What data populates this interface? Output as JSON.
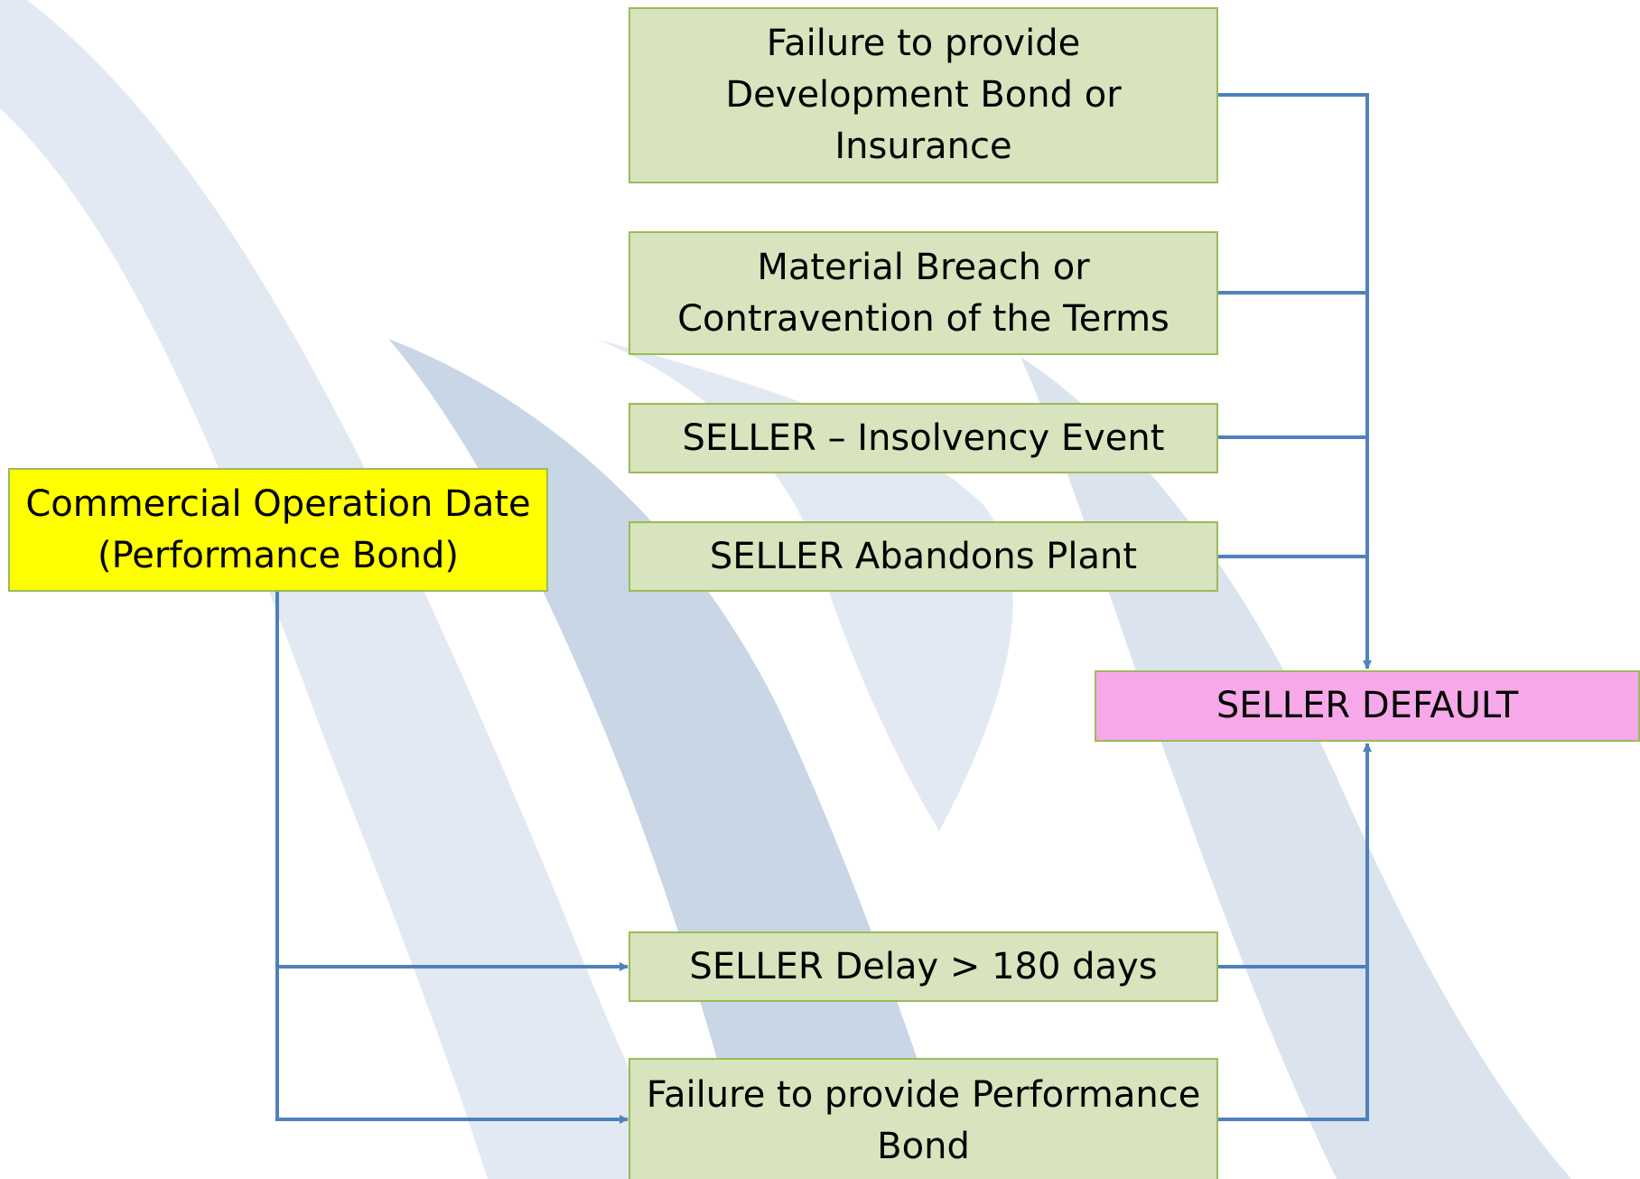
{
  "diagram": {
    "colors": {
      "connector": "#4f81bd",
      "condition_box_fill": "#d7e4bd",
      "box_border": "#9bbb59",
      "cod_box_fill": "#ffff00",
      "default_box_fill": "#f6a8e8",
      "watermark": "#c9d6e6"
    },
    "boxes": {
      "dev_bond": "Failure to provide Development Bond or Insurance",
      "material_breach": "Material Breach or Contravention of the Terms",
      "insolvency": "SELLER – Insolvency Event",
      "abandons": "SELLER Abandons Plant",
      "cod": "Commercial Operation Date (Performance Bond)",
      "seller_default": "SELLER DEFAULT",
      "delay": "SELLER Delay > 180 days",
      "perf_bond": "Failure to provide Performance Bond"
    }
  }
}
